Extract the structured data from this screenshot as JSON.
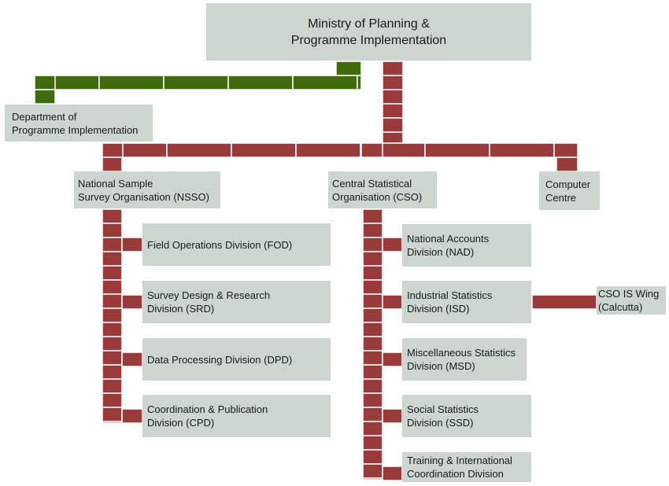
{
  "colors": {
    "box_fill": "#ccd5d0",
    "connector_red": "#9a3b3b",
    "connector_green": "#3f6b0d",
    "segment_divider": "#ffffff"
  },
  "ministry": {
    "line1": "Ministry of Planning &",
    "line2": "Programme Implementation"
  },
  "dpi": {
    "line1": "Department of",
    "line2": "Programme Implementation"
  },
  "nsso": {
    "line1": "National Sample",
    "line2": "Survey Organisation (NSSO)"
  },
  "cso": {
    "line1": "Central Statistical",
    "line2": "Organisation (CSO)"
  },
  "computer_centre": {
    "line1": "Computer",
    "line2": "Centre"
  },
  "nsso_divisions": [
    {
      "line1": "Field Operations Division (FOD)",
      "line2": ""
    },
    {
      "line1": "Survey Design & Research",
      "line2": "Division (SRD)"
    },
    {
      "line1": "Data Processing Division (DPD)",
      "line2": ""
    },
    {
      "line1": "Coordination & Publication",
      "line2": "Division (CPD)"
    }
  ],
  "cso_divisions": [
    {
      "line1": "National Accounts",
      "line2": "Division (NAD)"
    },
    {
      "line1": "Industrial Statistics",
      "line2": "Division (ISD)"
    },
    {
      "line1": "Miscellaneous Statistics",
      "line2": "Division (MSD)"
    },
    {
      "line1": "Social Statistics",
      "line2": "Division (SSD)"
    },
    {
      "line1": "Training & International",
      "line2": "Coordination Division"
    }
  ],
  "cso_is_wing": {
    "line1": "CSO IS Wing",
    "line2": "(Calcutta)"
  }
}
